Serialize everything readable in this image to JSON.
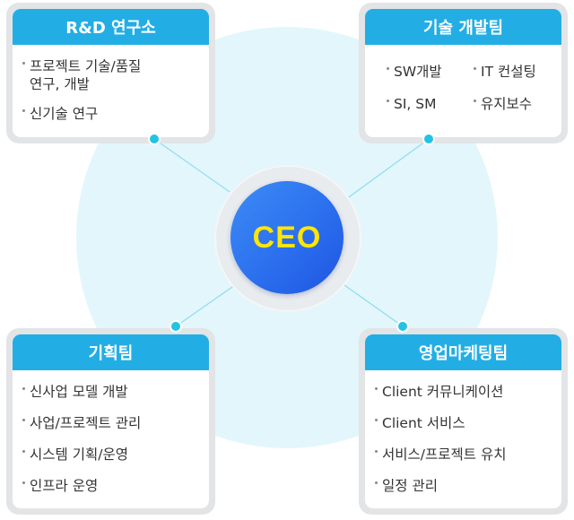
{
  "ceo": {
    "label": "CEO"
  },
  "departments": {
    "rnd": {
      "title": "R&D 연구소",
      "items": [
        "프로젝트 기술/품질\n연구, 개발",
        "신기술 연구"
      ]
    },
    "tech": {
      "title": "기술 개발팀",
      "items": [
        "SW개발",
        "IT 컨설팅",
        "SI, SM",
        "유지보수"
      ]
    },
    "planning": {
      "title": "기획팀",
      "items": [
        "신사업 모델 개발",
        "사업/프로젝트 관리",
        "시스템 기획/운영",
        "인프라 운영"
      ]
    },
    "sales": {
      "title": "영업마케팅팀",
      "items": [
        "Client 커뮤니케이션",
        "Client 서비스",
        "서비스/프로젝트 유치",
        "일정 관리"
      ]
    }
  },
  "colors": {
    "header": "#22aee4",
    "ceo_fill": "#2b6fee",
    "ceo_text": "#ffe600",
    "background_circle": "#e3f6fc",
    "connector": "#8fdcef",
    "connector_dot": "#22c3e3"
  }
}
